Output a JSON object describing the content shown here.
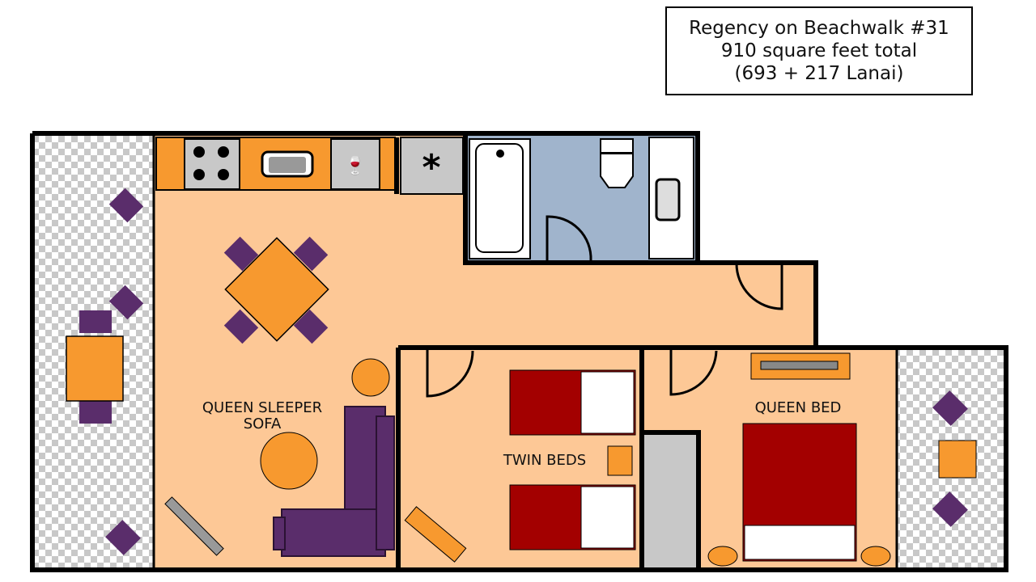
{
  "title": {
    "line1": "Regency on Beachwalk #31",
    "line2": "910 square feet total",
    "line3": "(693 + 217 Lanai)"
  },
  "rooms": {
    "sofa_line1": "QUEEN SLEEPER",
    "sofa_line2": "SOFA",
    "twin": "TWIN BEDS",
    "queen": "QUEEN BED"
  },
  "colors": {
    "floor": "#fdc896",
    "accent": "#f7992f",
    "furniture": "#5a2d6b",
    "bed": "#a30000",
    "bath": "#a0b4cc"
  }
}
